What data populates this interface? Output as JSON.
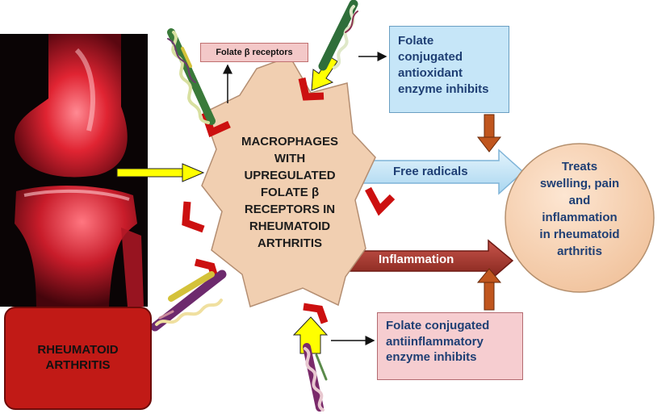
{
  "diagram": {
    "folate_receptors_label": "Folate β receptors",
    "center": "MACROPHAGES\nWITH\nUPREGULATED\nFOLATE β\nRECEPTORS IN\nRHEUMATOID\nARTHRITIS",
    "ra_box": "RHEUMATOID\nARTHRITIS",
    "antioxidant_box": "Folate\nconjugated\nantioxidant\nenzyme inhibits",
    "antiinflammatory_box": "Folate conjugated\nantiinflammatory\nenzyme inhibits",
    "free_radicals_arrow": "Free radicals",
    "inflammation_arrow": "Inflammation",
    "outcome_circle": "Treats\nswelling, pain\nand\ninflammation\nin rheumatoid\narthritis"
  },
  "colors": {
    "center_fill": "#f1cfb1",
    "outcome_fill": "#f9d7bc",
    "free_radicals_arrow": "#c8e6f6",
    "inflammation_arrow": "#a83a32",
    "connector_arrow": "#c0561e",
    "yellow_arrow": "#ffff00",
    "chevron": "#cc1010",
    "text_blue": "#1f3f74"
  }
}
